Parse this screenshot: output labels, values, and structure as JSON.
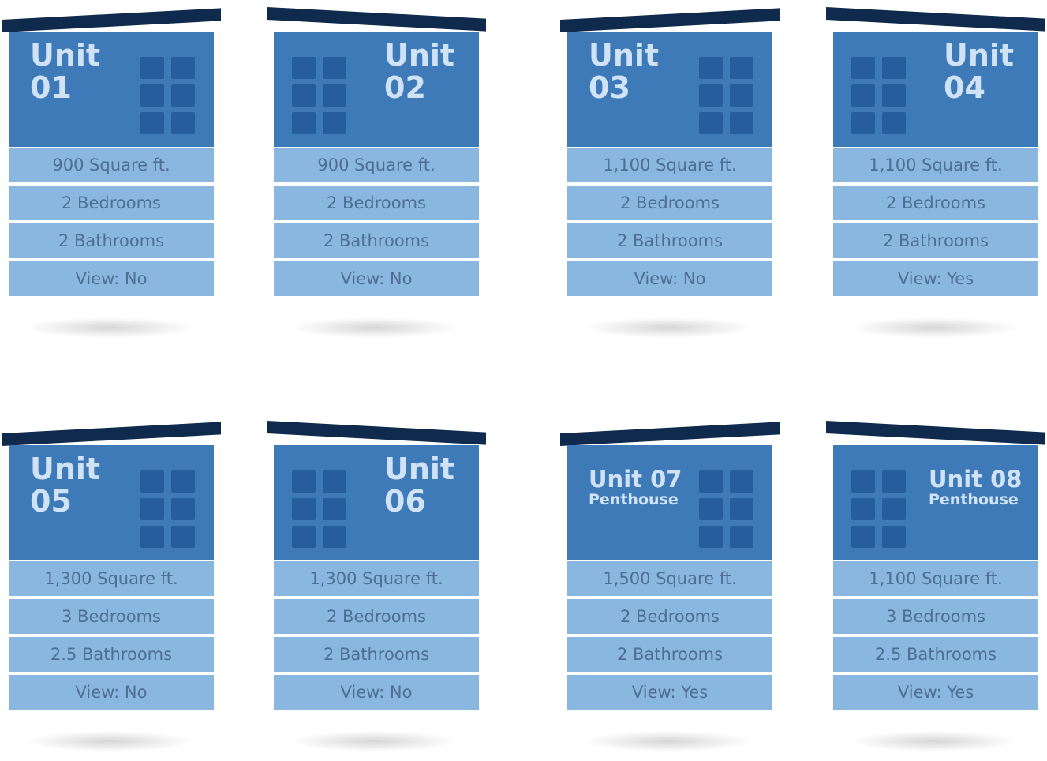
{
  "units": [
    {
      "title": "Unit",
      "number": "01",
      "subtitle": "",
      "sqft": "900 Square ft.",
      "bedrooms": "2 Bedrooms",
      "bathrooms": "2 Bathrooms",
      "view": "View: No"
    },
    {
      "title": "Unit",
      "number": "02",
      "subtitle": "",
      "sqft": "900 Square ft.",
      "bedrooms": "2 Bedrooms",
      "bathrooms": "2 Bathrooms",
      "view": "View: No"
    },
    {
      "title": "Unit",
      "number": "03",
      "subtitle": "",
      "sqft": "1,100 Square ft.",
      "bedrooms": "2 Bedrooms",
      "bathrooms": "2 Bathrooms",
      "view": "View: No"
    },
    {
      "title": "Unit",
      "number": "04",
      "subtitle": "",
      "sqft": "1,100 Square ft.",
      "bedrooms": "2 Bedrooms",
      "bathrooms": "2 Bathrooms",
      "view": "View: Yes"
    },
    {
      "title": "Unit",
      "number": "05",
      "subtitle": "",
      "sqft": "1,300 Square ft.",
      "bedrooms": "3 Bedrooms",
      "bathrooms": "2.5 Bathrooms",
      "view": "View: No"
    },
    {
      "title": "Unit",
      "number": "06",
      "subtitle": "",
      "sqft": "1,300 Square ft.",
      "bedrooms": "2 Bedrooms",
      "bathrooms": "2 Bathrooms",
      "view": "View: No"
    },
    {
      "title": "Unit 07",
      "number": "",
      "subtitle": "Penthouse",
      "sqft": "1,500 Square ft.",
      "bedrooms": "2 Bedrooms",
      "bathrooms": "2 Bathrooms",
      "view": "View: Yes"
    },
    {
      "title": "Unit 08",
      "number": "",
      "subtitle": "Penthouse",
      "sqft": "1,100 Square ft.",
      "bedrooms": "3 Bedrooms",
      "bathrooms": "2.5 Bathrooms",
      "view": "View: Yes"
    }
  ],
  "colors": {
    "roof": "#0f2a4d",
    "header": "#3f7ab8",
    "windows": "#265d9e",
    "rows": "#8ab7e0",
    "row_text": "#4d6f95",
    "title_text": "#cfe2f6"
  },
  "icons": {
    "window": "window-grid-icon"
  }
}
